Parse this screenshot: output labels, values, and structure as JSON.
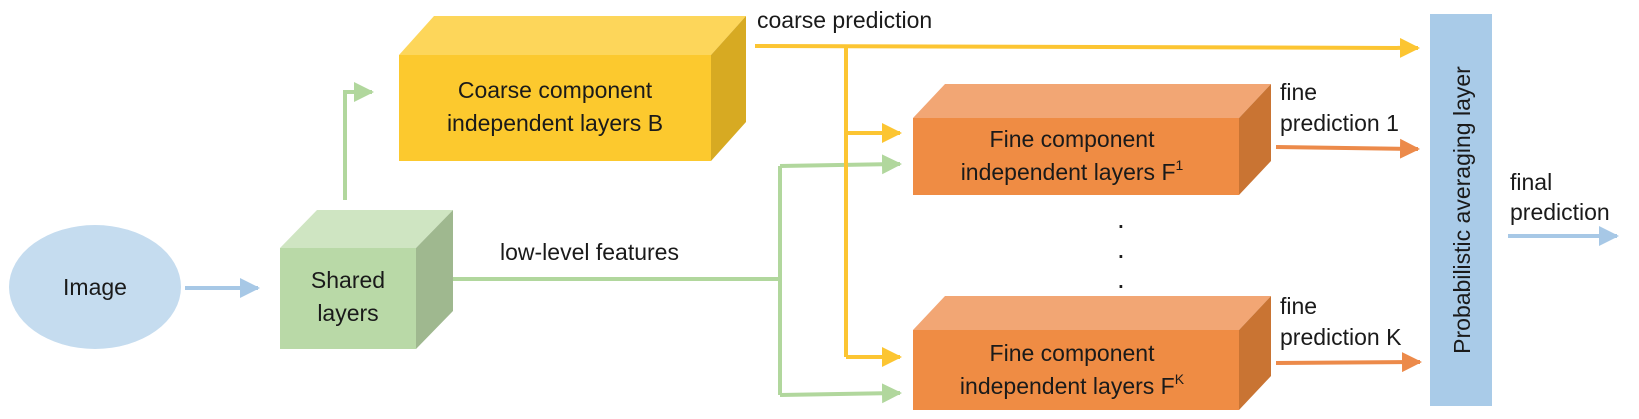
{
  "nodes": {
    "image": {
      "label": "Image"
    },
    "shared": {
      "line1": "Shared",
      "line2": "layers"
    },
    "coarse": {
      "line1": "Coarse component",
      "line2": "independent layers B"
    },
    "fine1": {
      "line1": "Fine component",
      "line2": "independent layers F",
      "sup": "1"
    },
    "fineK": {
      "line1": "Fine component",
      "line2": "independent layers F",
      "sup": "K"
    },
    "averaging": {
      "label": "Probabilistic averaging layer"
    }
  },
  "edges": {
    "coarse_prediction": "coarse prediction",
    "low_level_features": "low-level features",
    "fine_prediction_1": {
      "line1": "fine",
      "line2": "prediction 1"
    },
    "fine_prediction_K": {
      "line1": "fine",
      "line2": "prediction K"
    },
    "final_prediction": {
      "line1": "final",
      "line2": "prediction"
    }
  },
  "ellipsis": ".",
  "colors": {
    "image_fill": "#c5dcef",
    "shared_front": "#b9d9a7",
    "shared_top": "#cfe5c2",
    "shared_side": "#9fb88f",
    "coarse_front": "#fcc92e",
    "coarse_top": "#fdd65a",
    "coarse_side": "#d7aa22",
    "fine_front": "#ef8c44",
    "fine_top": "#f2a674",
    "fine_side": "#c97433",
    "averaging_fill": "#a9cbe8",
    "arrow_yellow": "#fcc532",
    "arrow_green": "#b1d79d",
    "arrow_orange": "#ec8a4a",
    "arrow_blue": "#a7c8e6"
  }
}
